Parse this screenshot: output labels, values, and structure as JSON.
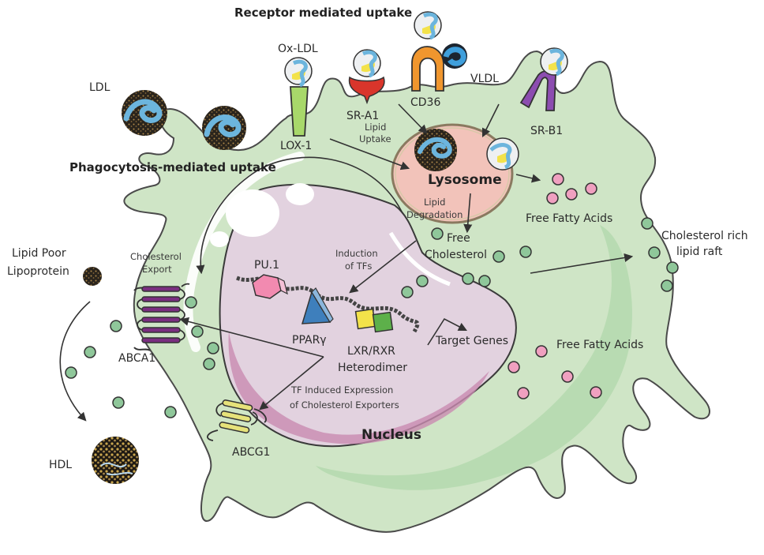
{
  "title": "Macrophage lipid uptake, processing and cholesterol efflux",
  "section_headings": {
    "receptor_uptake": "Receptor mediated uptake",
    "phagocytosis_uptake": "Phagocytosis-mediated uptake"
  },
  "lipoproteins": {
    "ldl": "LDL",
    "ox_ldl": "Ox-LDL",
    "vldl": "VLDL",
    "lipid_poor": [
      "Lipid Poor",
      "Lipoprotein"
    ],
    "hdl": "HDL"
  },
  "receptors": {
    "lox1": "LOX-1",
    "sra1": "SR-A1",
    "cd36": "CD36",
    "srb1": "SR-B1"
  },
  "organelles": {
    "lysosome": "Lysosome",
    "nucleus": "Nucleus"
  },
  "process_labels": {
    "lipid_uptake": [
      "Lipid",
      "Uptake"
    ],
    "lipid_degradation": [
      "Lipid",
      "Degradation"
    ],
    "free_cholesterol": [
      "Free",
      "Cholesterol"
    ],
    "free_fatty_acids_top": "Free Fatty Acids",
    "free_fatty_acids_bottom": "Free Fatty Acids",
    "cholesterol_raft": [
      "Cholesterol rich",
      "lipid raft"
    ],
    "induction_tfs": [
      "Induction",
      "of TFs"
    ],
    "cholesterol_export": [
      "Cholesterol",
      "Export"
    ],
    "tf_induced": [
      "TF Induced Expression",
      "of Cholesterol Exporters"
    ],
    "target_genes": "Target Genes"
  },
  "transcription_factors": {
    "pu1": "PU.1",
    "ppar": "PPARγ",
    "lxr_rxr": [
      "LXR/RXR",
      "Heterodimer"
    ]
  },
  "transporters": {
    "abca1": "ABCA1",
    "abcg1": "ABCG1"
  },
  "colors": {
    "cell_fill": "#cfe5c6",
    "cell_inner_band": "#b4d9ae",
    "nucleus_fill": "#e2d2df",
    "nucleus_band": "#c98bb0",
    "lysosome_fill": "#f2c3ba",
    "cholesterol_dot": "#8fc79a",
    "fatty_acid_dot": "#f0a0c0",
    "lox1": "#a8d86a",
    "sra1": "#d9352b",
    "cd36": "#f0962e",
    "srb1": "#8c4db0",
    "abca1": "#7a2e80",
    "abcg1": "#e6e27a",
    "ldl_blue": "#6cb5dd"
  }
}
